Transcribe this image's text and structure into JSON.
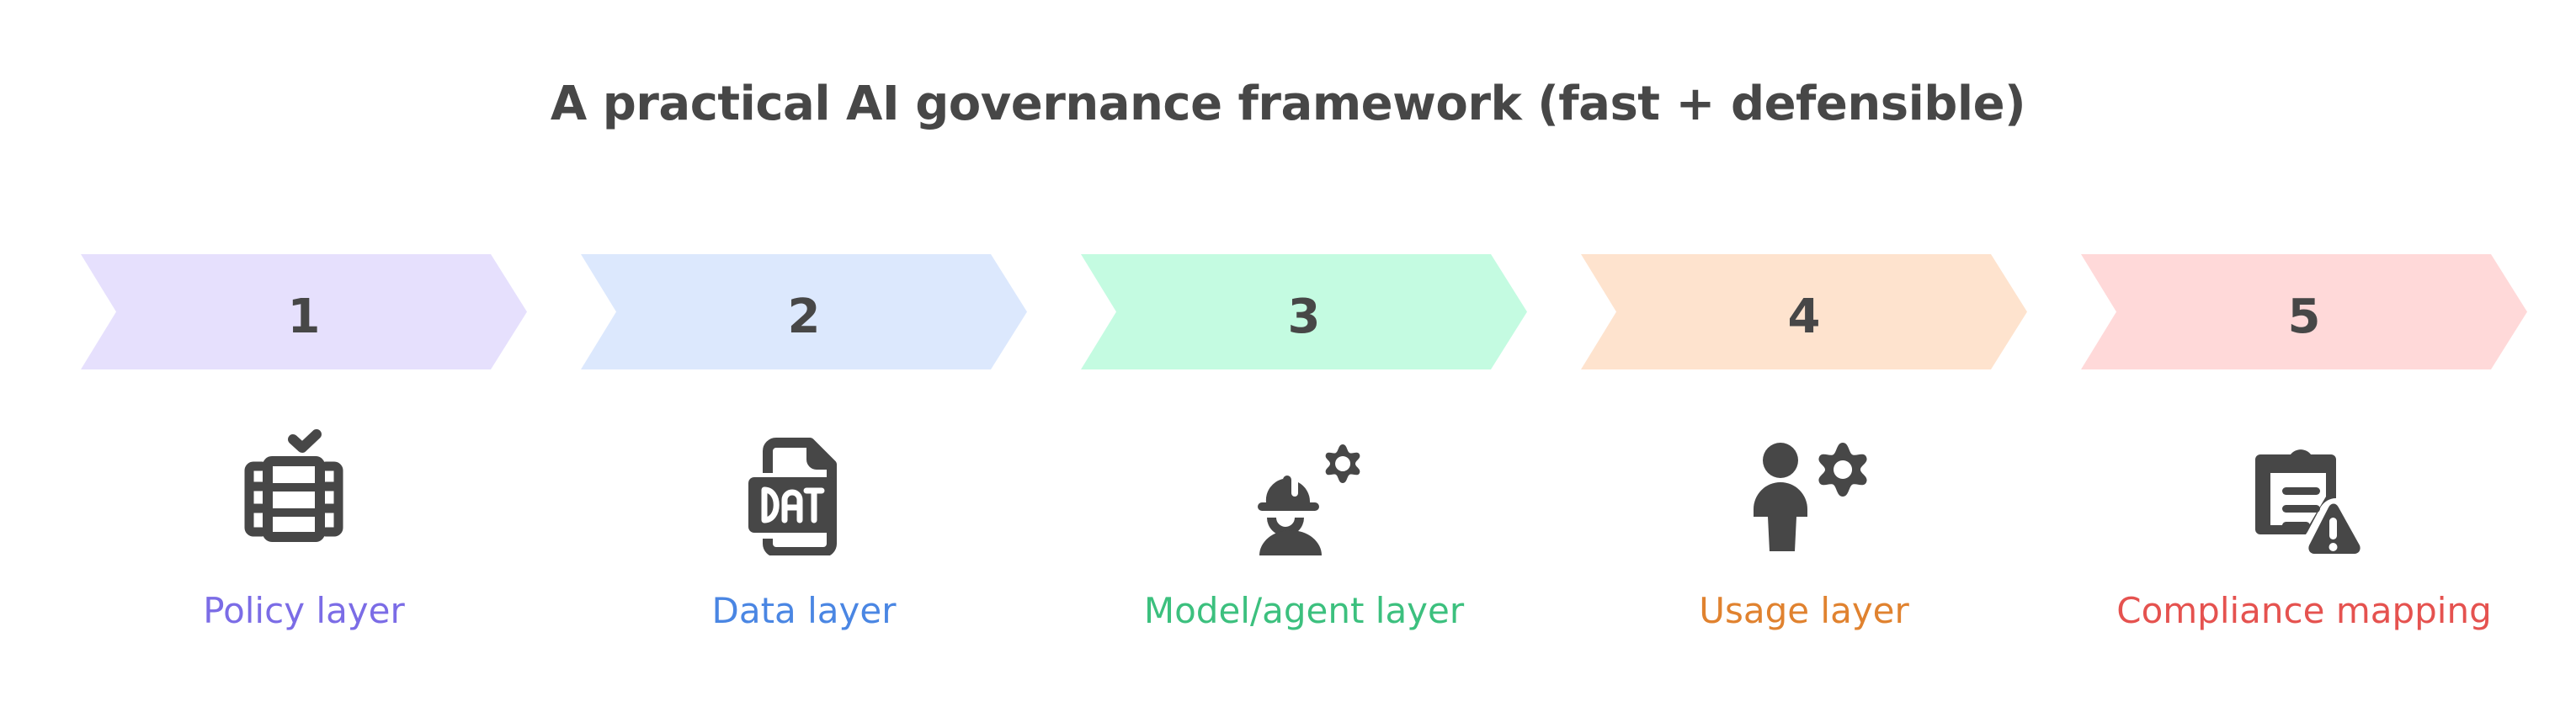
{
  "title": "A practical AI governance framework (fast + defensible)",
  "steps": [
    {
      "number": "1",
      "label": "Policy layer",
      "icon": "policy-checklist-icon",
      "fill": "#E6E0FD",
      "label_color": "#7B6CE6"
    },
    {
      "number": "2",
      "label": "Data layer",
      "icon": "data-file-icon",
      "fill": "#DCE8FD",
      "label_color": "#4A86E3"
    },
    {
      "number": "3",
      "label": "Model/agent layer",
      "icon": "worker-gear-icon",
      "fill": "#C4FBE1",
      "label_color": "#3CC07E"
    },
    {
      "number": "4",
      "label": "Usage layer",
      "icon": "user-gear-icon",
      "fill": "#FEE3CE",
      "label_color": "#E0822F"
    },
    {
      "number": "5",
      "label": "Compliance mapping",
      "icon": "clipboard-warning-icon",
      "fill": "#FFD9D9",
      "label_color": "#E5524F"
    }
  ]
}
